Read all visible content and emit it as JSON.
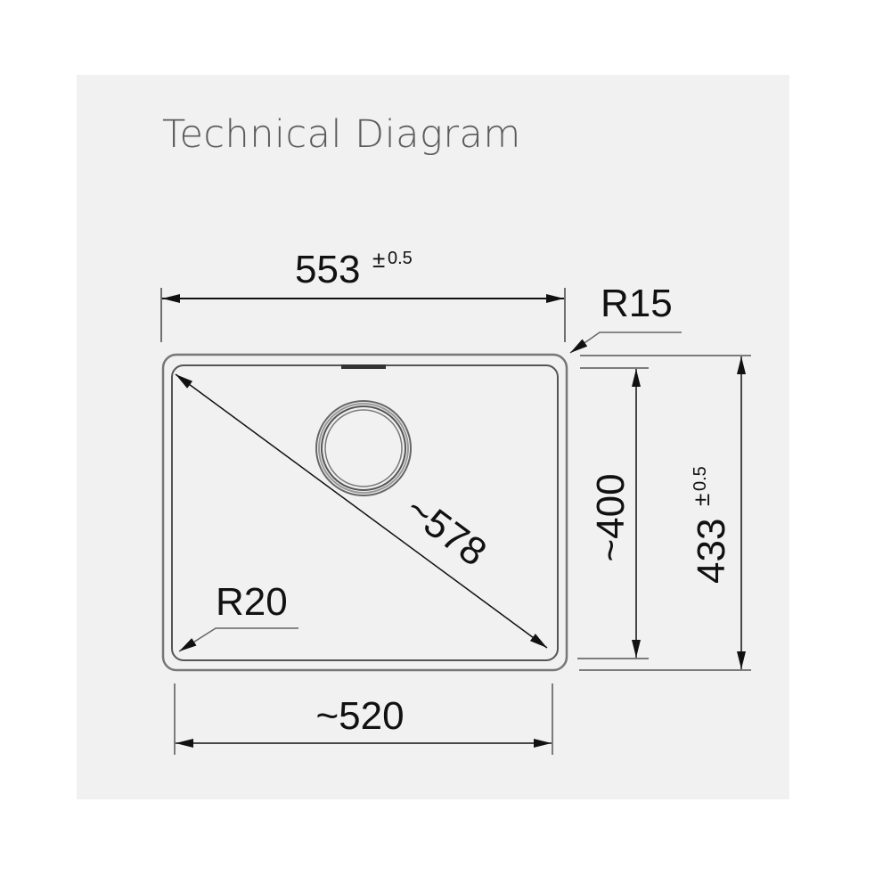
{
  "title": "Technical Diagram",
  "dimensions": {
    "width_top": {
      "value": "553",
      "tolerance_sign": "±",
      "tolerance": "0.5"
    },
    "height_total": {
      "value": "433",
      "tolerance_sign": "±",
      "tolerance": "0.5"
    },
    "height_inner": {
      "value": "~400"
    },
    "width_bottom": {
      "value": "~520"
    },
    "diagonal": {
      "value": "~578"
    },
    "radius_outer": {
      "value": "R15"
    },
    "radius_inner": {
      "value": "R20"
    }
  }
}
